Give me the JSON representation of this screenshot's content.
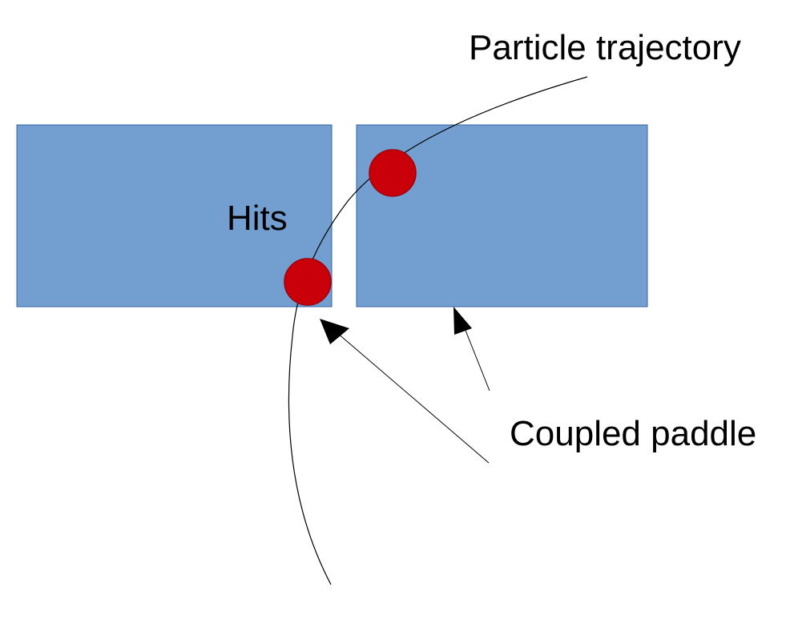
{
  "labels": {
    "trajectory": "Particle trajectory",
    "hits": "Hits",
    "coupled_paddle": "Coupled paddle"
  },
  "colors": {
    "paddle_fill": "#729fcf",
    "paddle_stroke": "#3465a4",
    "hit_fill": "#c9000a",
    "hit_stroke": "#a0000a",
    "line": "#000000",
    "arrow": "#000000"
  }
}
